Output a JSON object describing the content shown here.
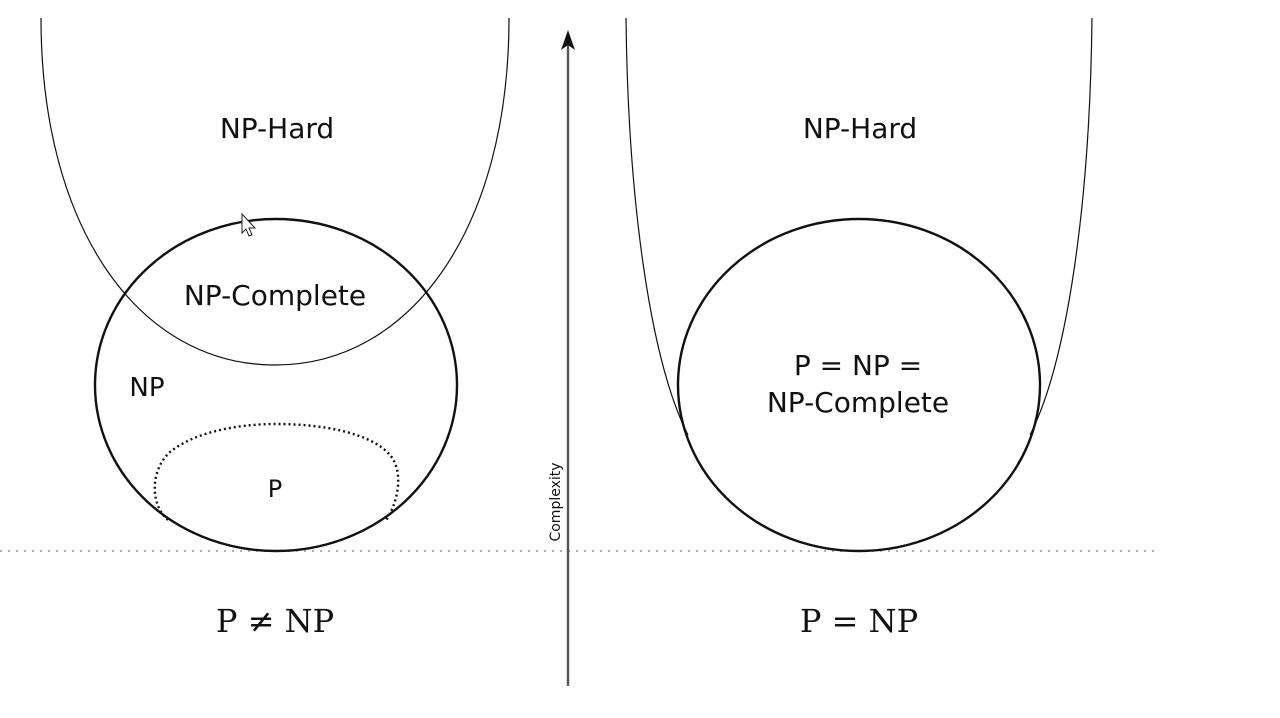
{
  "left_panel": {
    "np_hard_label": "NP-Hard",
    "np_complete_label": "NP-Complete",
    "np_label": "NP",
    "p_label": "P",
    "caption": "P ≠ NP"
  },
  "right_panel": {
    "np_hard_label": "NP-Hard",
    "equality_line1": "P = NP =",
    "equality_line2": "NP-Complete",
    "caption": "P = NP"
  },
  "axis": {
    "label": "Complexity"
  },
  "colors": {
    "stroke": "#111111",
    "axis": "#555555",
    "baseline": "#b0b0b0"
  }
}
